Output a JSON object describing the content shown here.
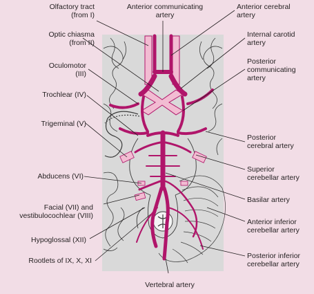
{
  "colors": {
    "background": "#f2dde6",
    "brain_panel": "#d9d9d9",
    "artery": "#b0156a",
    "nerve_light": "#f2bcd2",
    "outline": "#3a3a3a",
    "leader_line": "#231f20"
  },
  "labels": {
    "left": {
      "olfactory": "Olfactory tract\n(from I)",
      "optic": "Optic chiasma\n(from II)",
      "oculomotor": "Oculomotor\n(III)",
      "trochlear": "Trochlear (IV)",
      "trigeminal": "Trigeminal (V)",
      "abducens": "Abducens (VI)",
      "facial": "Facial (VII) and\nvestibulocochlear (VIII)",
      "hypoglossal": "Hypoglossal (XII)",
      "rootlets": "Rootlets of IX, X, XI"
    },
    "top": {
      "anterior_communicating": "Anterior communicating\nartery"
    },
    "right": {
      "anterior_cerebral": "Anterior cerebral\nartery",
      "internal_carotid": "Internal carotid\nartery",
      "posterior_communicating": "Posterior\ncommunicating\nartery",
      "posterior_cerebral": "Posterior\ncerebral artery",
      "superior_cerebellar": "Superior\ncerebellar artery",
      "basilar": "Basilar artery",
      "anterior_inferior_cerebellar": "Anterior inferior\ncerebellar artery",
      "posterior_inferior_cerebellar": "Posterior inferior\ncerebellar artery"
    },
    "bottom": {
      "vertebral": "Vertebral artery"
    }
  }
}
